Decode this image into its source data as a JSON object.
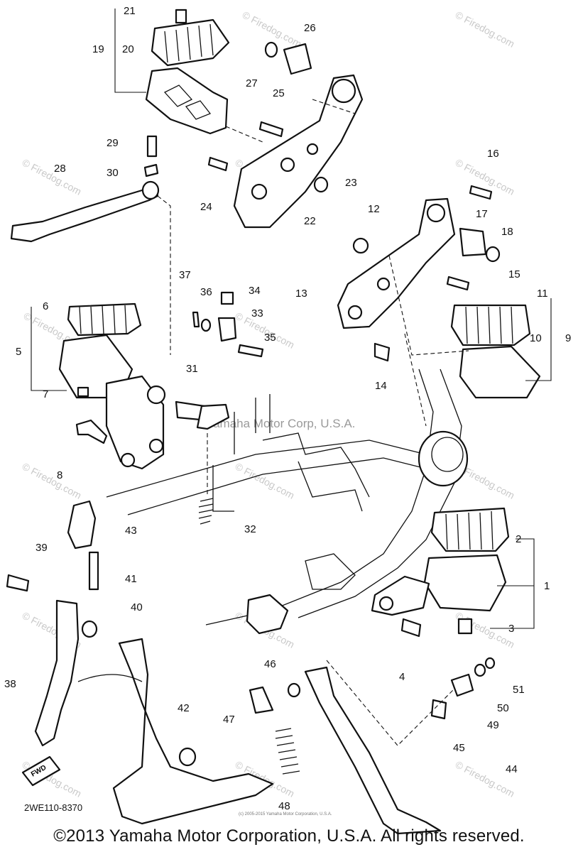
{
  "diagram": {
    "callouts": [
      "1",
      "2",
      "3",
      "4",
      "5",
      "6",
      "7",
      "8",
      "9",
      "10",
      "11",
      "12",
      "13",
      "14",
      "15",
      "16",
      "17",
      "18",
      "19",
      "20",
      "21",
      "22",
      "23",
      "24",
      "25",
      "26",
      "27",
      "28",
      "29",
      "30",
      "31",
      "32",
      "33",
      "34",
      "35",
      "36",
      "37",
      "38",
      "39",
      "40",
      "41",
      "42",
      "43",
      "44",
      "45",
      "46",
      "47",
      "48",
      "49",
      "50",
      "51"
    ],
    "watermark_site": "© Firedog.com",
    "watermark_center": "Yamaha Motor Corp, U.S.A.",
    "fwd_label": "FWD",
    "fine_print": "(c) 2005-2015 Yamaha Motor Corporation, U.S.A."
  },
  "footer": {
    "part_code": "2WE110-8370",
    "copyright": "©2013 Yamaha Motor Corporation, U.S.A. All rights reserved."
  }
}
